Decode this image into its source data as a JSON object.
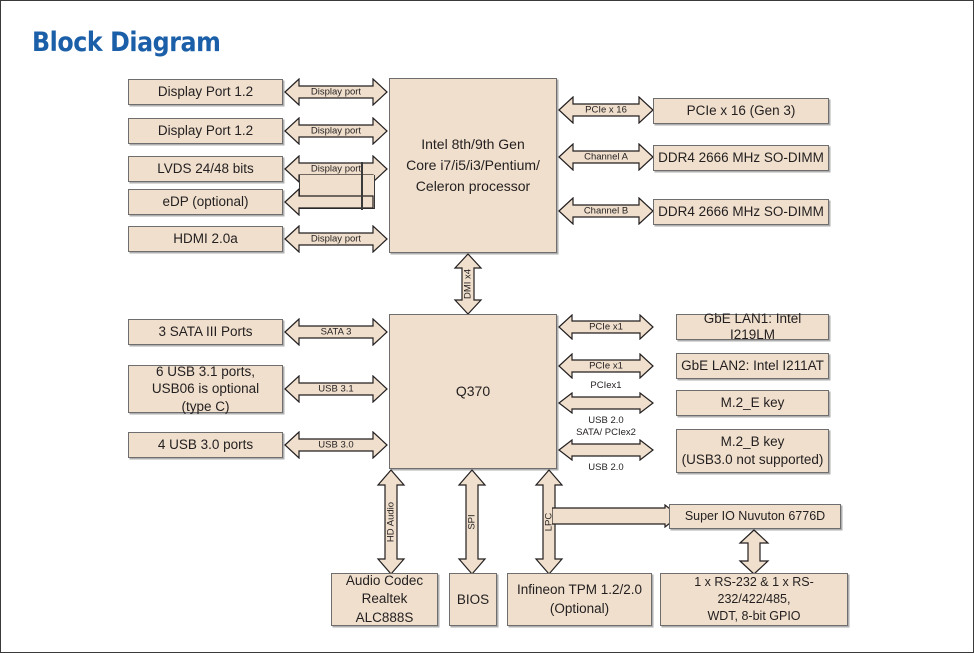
{
  "page": {
    "title": "Block Diagram",
    "title_color": "#1a5fa8",
    "block_fill": "#efdfcc",
    "block_border": "#6e6e6e"
  },
  "blocks": {
    "dp1": {
      "label": "Display Port 1.2"
    },
    "dp2": {
      "label": "Display Port 1.2"
    },
    "lvds": {
      "label": "LVDS 24/48 bits"
    },
    "edp": {
      "label": "eDP (optional)"
    },
    "hdmi": {
      "label": "HDMI 2.0a"
    },
    "cpu": {
      "line1": "Intel 8th/9th Gen",
      "line2": "Core i7/i5/i3/Pentium/",
      "line3": "Celeron processor"
    },
    "pcie16": {
      "label": "PCIe x 16 (Gen 3)"
    },
    "ddr4a": {
      "label": "DDR4 2666 MHz SO-DIMM"
    },
    "ddr4b": {
      "label": "DDR4 2666 MHz SO-DIMM"
    },
    "sata": {
      "label": "3 SATA III Ports"
    },
    "usb31": {
      "line1": "6 USB 3.1 ports,",
      "line2": "USB06 is optional",
      "line3": "(type C)"
    },
    "usb30": {
      "label": "4 USB 3.0 ports"
    },
    "q370": {
      "label": "Q370"
    },
    "lan1": {
      "label": "GbE LAN1: Intel I219LM"
    },
    "lan2": {
      "label": "GbE LAN2: Intel I211AT"
    },
    "m2e": {
      "label": "M.2_E key"
    },
    "m2b": {
      "line1": "M.2_B key",
      "line2": "(USB3.0 not supported)"
    },
    "audio": {
      "line1": "Audio Codec",
      "line2": "Realtek ALC888S"
    },
    "bios": {
      "label": "BIOS"
    },
    "tpm": {
      "line1": "Infineon TPM 1.2/2.0",
      "line2": "(Optional)"
    },
    "superio": {
      "label": "Super IO Nuvuton 6776D"
    },
    "serial": {
      "line1": "1 x RS-232 & 1 x RS-232/422/485,",
      "line2": "WDT, 8-bit GPIO"
    }
  },
  "links": {
    "dp1": {
      "label": "Display port"
    },
    "dp2": {
      "label": "Display port"
    },
    "lvds": {
      "label": "Display port"
    },
    "hdmi": {
      "label": "Display port"
    },
    "pcie16": {
      "label": "PCIe x 16"
    },
    "channel_a": {
      "label": "Channel A"
    },
    "channel_b": {
      "label": "Channel B"
    },
    "dmi": {
      "label": "DMI x4"
    },
    "sata": {
      "label": "SATA 3"
    },
    "usb31": {
      "label": "USB 3.1"
    },
    "usb30": {
      "label": "USB 3.0"
    },
    "lan1": {
      "label": "PCIe x1"
    },
    "lan2": {
      "label": "PCIe x1"
    },
    "m2e_top": {
      "label": "PCIex1"
    },
    "m2e_bot": {
      "label": "USB 2.0"
    },
    "m2b_top": {
      "label": "SATA/ PCIex2"
    },
    "m2b_bot": {
      "label": "USB 2.0"
    },
    "hd_audio": {
      "label": "HD Audio"
    },
    "spi": {
      "label": "SPI"
    },
    "lpc": {
      "label": "LPC"
    }
  }
}
